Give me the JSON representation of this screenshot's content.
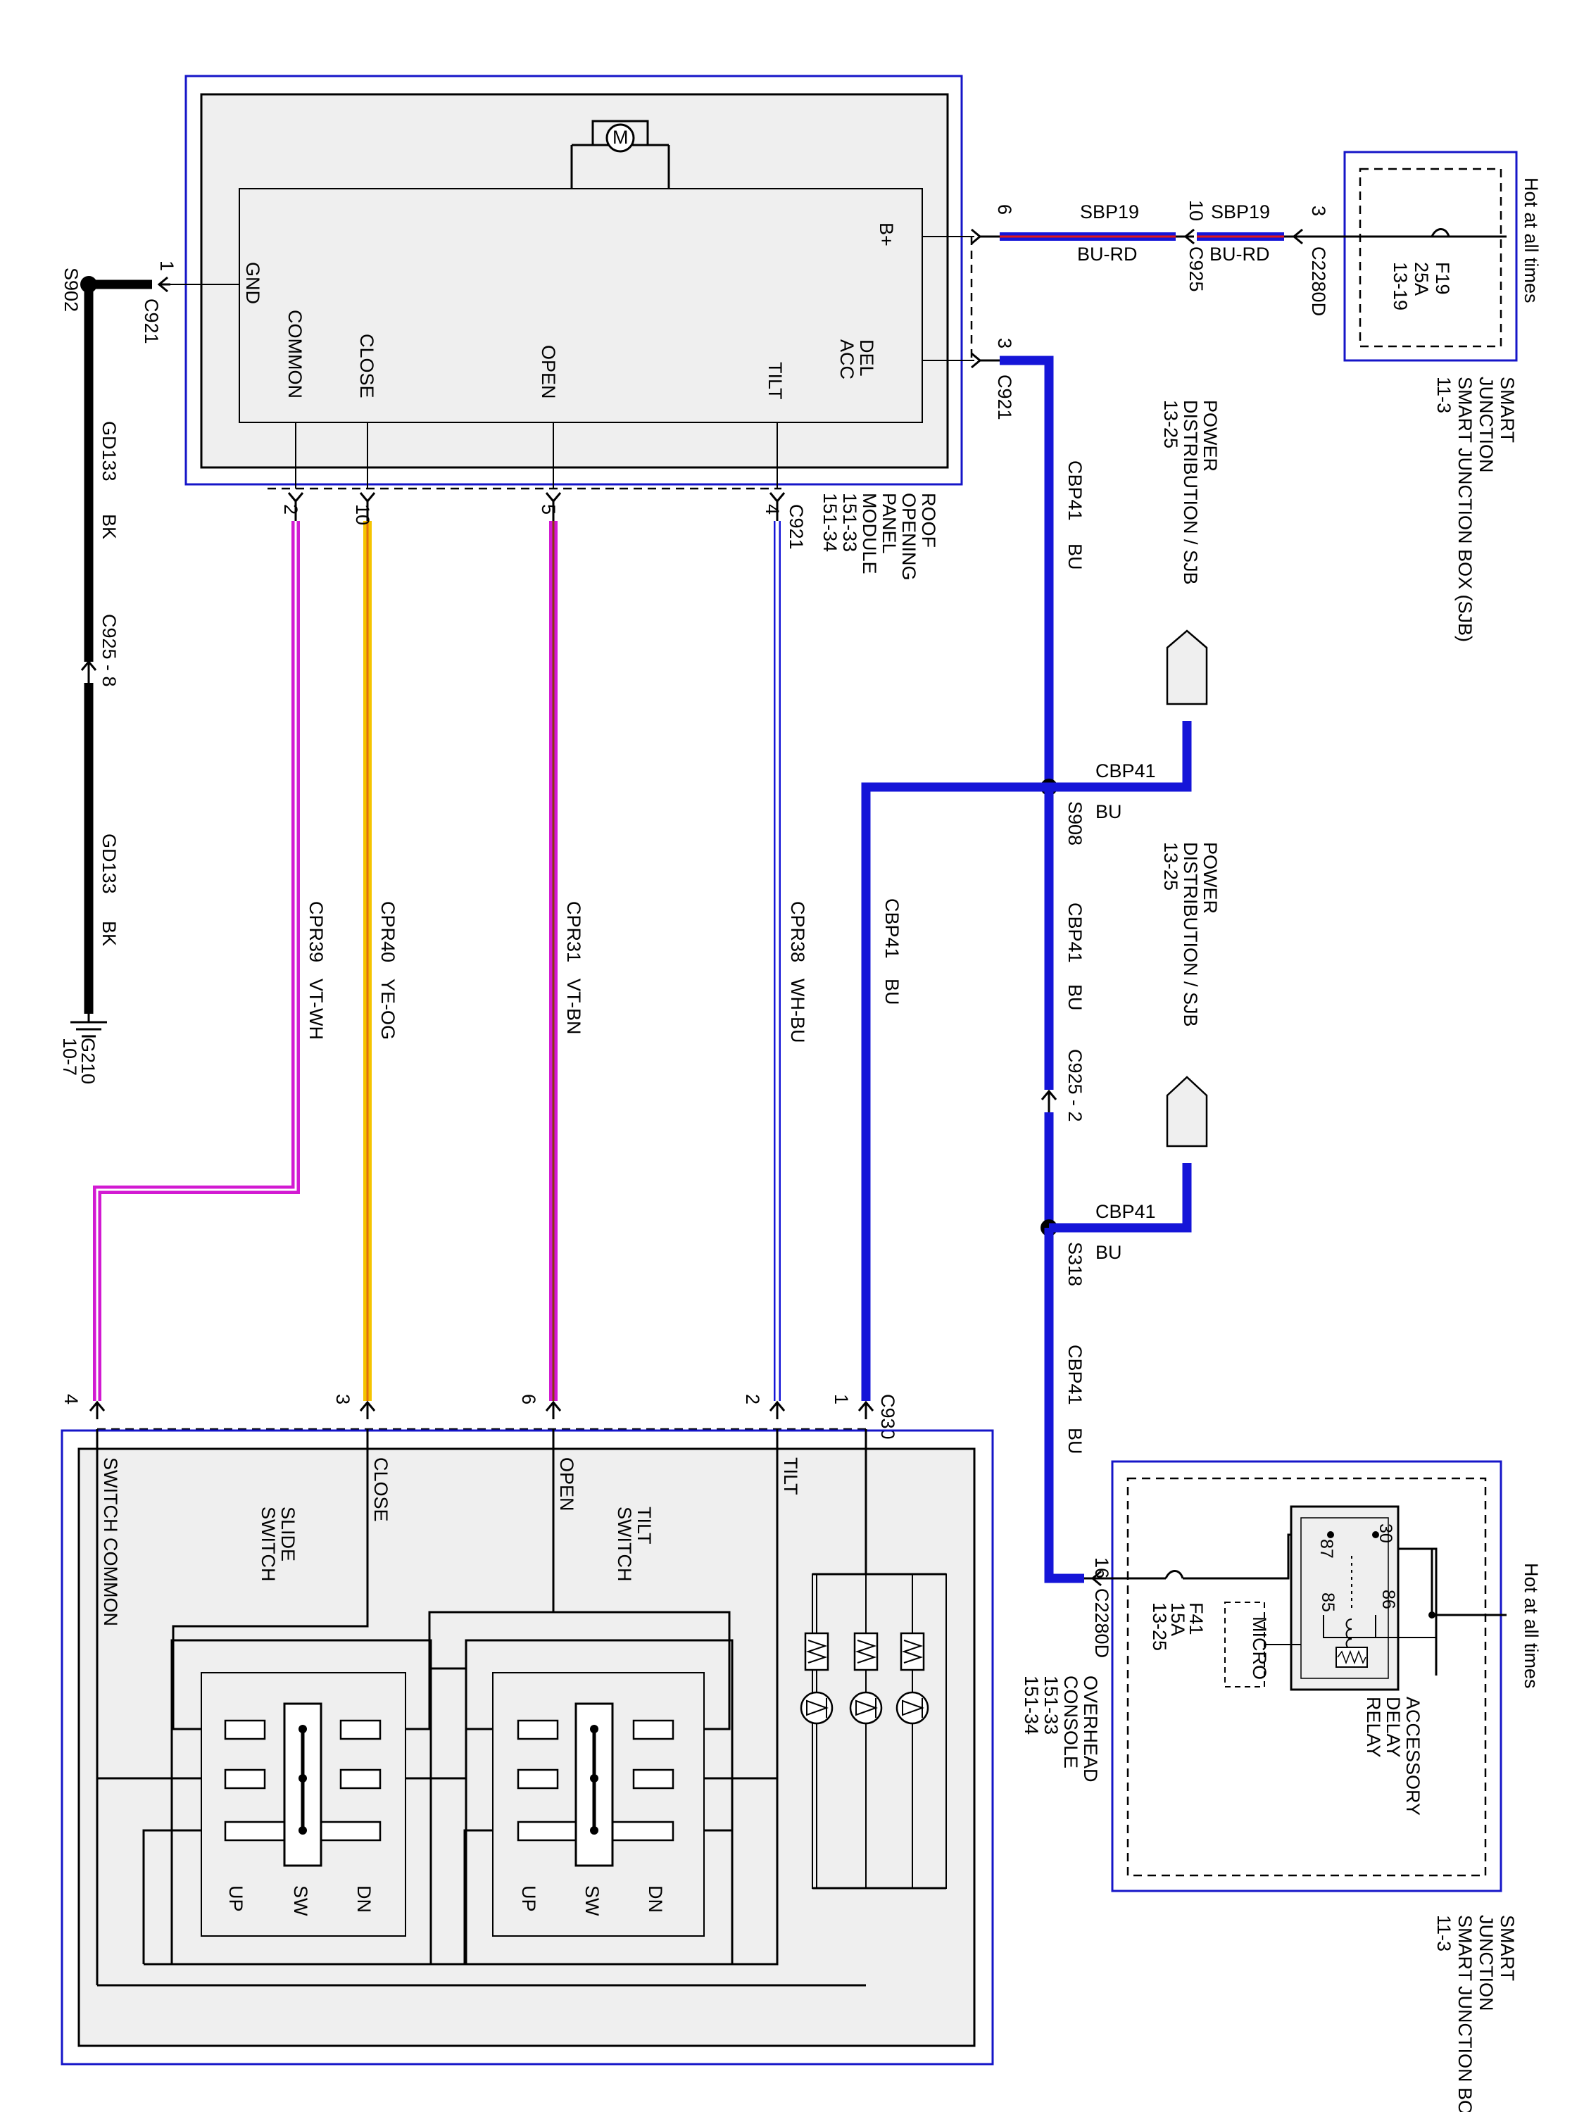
{
  "modules": {
    "roof_module": {
      "name": "ROOF OPENING PANEL MODULE",
      "refs": [
        "151-33",
        "151-34"
      ],
      "pins": [
        "GND",
        "COMMON",
        "CLOSE",
        "OPEN",
        "TILT",
        "DEL ACC",
        "B+"
      ]
    },
    "overhead_console": {
      "name": "OVERHEAD CONSOLE",
      "refs": [
        "151-33",
        "151-34"
      ],
      "labels": [
        "SWITCH COMMON",
        "CLOSE",
        "OPEN",
        "TILT",
        "SLIDE SWITCH",
        "TILT SWITCH"
      ],
      "positions": [
        "UP",
        "SW",
        "DN"
      ]
    },
    "sjb_top": {
      "name": "SMART JUNCTION BOX (SJB)",
      "ref": "11-3",
      "hot": "Hot at all times",
      "fuse": "F19",
      "rating": "25A",
      "fuse_ref": "13-19"
    },
    "sjb_bottom": {
      "name": "SMART JUNCTION BOX (SJB)",
      "ref": "11-3",
      "hot": "Hot at all times",
      "fuse": "F41",
      "rating": "15A",
      "fuse_ref": "13-25",
      "relay": "ACCESSORY DELAY RELAY",
      "micro": "MICRO",
      "relay_pins": [
        "30",
        "87",
        "86",
        "85"
      ]
    }
  },
  "power_distribution": {
    "label": "POWER DISTRIBUTION / SJB",
    "ref": "13-25"
  },
  "wires": {
    "sbp19": {
      "circuit": "SBP19",
      "color": "BU-RD",
      "connectors": [
        "C925",
        "C2280D"
      ],
      "pins": [
        "6",
        "10",
        "3"
      ]
    },
    "gd133": {
      "circuit": "GD133",
      "color": "BK",
      "connector": "C925 - 8",
      "splice": "S902",
      "ground": "G210",
      "ground_ref": "10-7"
    },
    "cbp41": {
      "circuit": "CBP41",
      "color": "BU",
      "splices": [
        "S908",
        "S318"
      ],
      "connector": "C925 - 2",
      "end_connector": "C2280D",
      "end_pin": "16"
    },
    "cpr39": {
      "circuit": "CPR39",
      "color": "VT-WH"
    },
    "cpr40": {
      "circuit": "CPR40",
      "color": "YE-OG"
    },
    "cpr31": {
      "circuit": "CPR31",
      "color": "VT-BN"
    },
    "cpr38": {
      "circuit": "CPR38",
      "color": "WH-BU"
    }
  },
  "connectors": {
    "c921": {
      "name": "C921",
      "pins": [
        "1",
        "2",
        "10",
        "5",
        "4",
        "3"
      ]
    },
    "c930": {
      "name": "C930",
      "pins": [
        "4",
        "3",
        "6",
        "2",
        "1"
      ]
    }
  },
  "wire_colors": {
    "black": "#000000",
    "blue": "#1515d8",
    "red": "#e01818",
    "violet": "#d21ad2",
    "yellow": "#f5c400",
    "brown": "#8a3a10",
    "white": "#ffffff"
  }
}
